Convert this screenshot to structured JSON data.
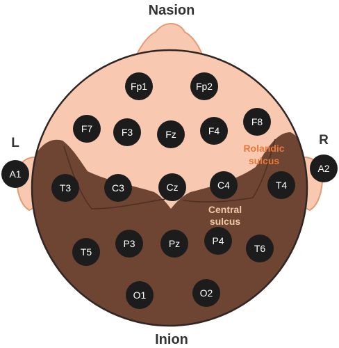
{
  "labels": {
    "nasion": "Nasion",
    "inion": "Inion",
    "left": "L",
    "right": "R",
    "rolandic_line1": "Rolandic",
    "rolandic_line2": "sulcus",
    "central_line1": "Central",
    "central_line2": "sulcus"
  },
  "colors": {
    "skin": "#f8c9b0",
    "skin_outline": "#e49a74",
    "brain": "#6e4432",
    "head_outline": "#2f2522",
    "electrode": "#1c1c1c",
    "rolandic_text": "#e57a3b",
    "central_text": "#f0c9a8"
  },
  "electrodes": {
    "fp1": "Fp1",
    "fp2": "Fp2",
    "f7": "F7",
    "f3": "F3",
    "fz": "Fz",
    "f4": "F4",
    "f8": "F8",
    "a1": "A1",
    "t3": "T3",
    "c3": "C3",
    "cz": "Cz",
    "c4": "C4",
    "t4": "T4",
    "a2": "A2",
    "t5": "T5",
    "p3": "P3",
    "pz": "Pz",
    "p4": "P4",
    "t6": "T6",
    "o1": "O1",
    "o2": "O2"
  }
}
